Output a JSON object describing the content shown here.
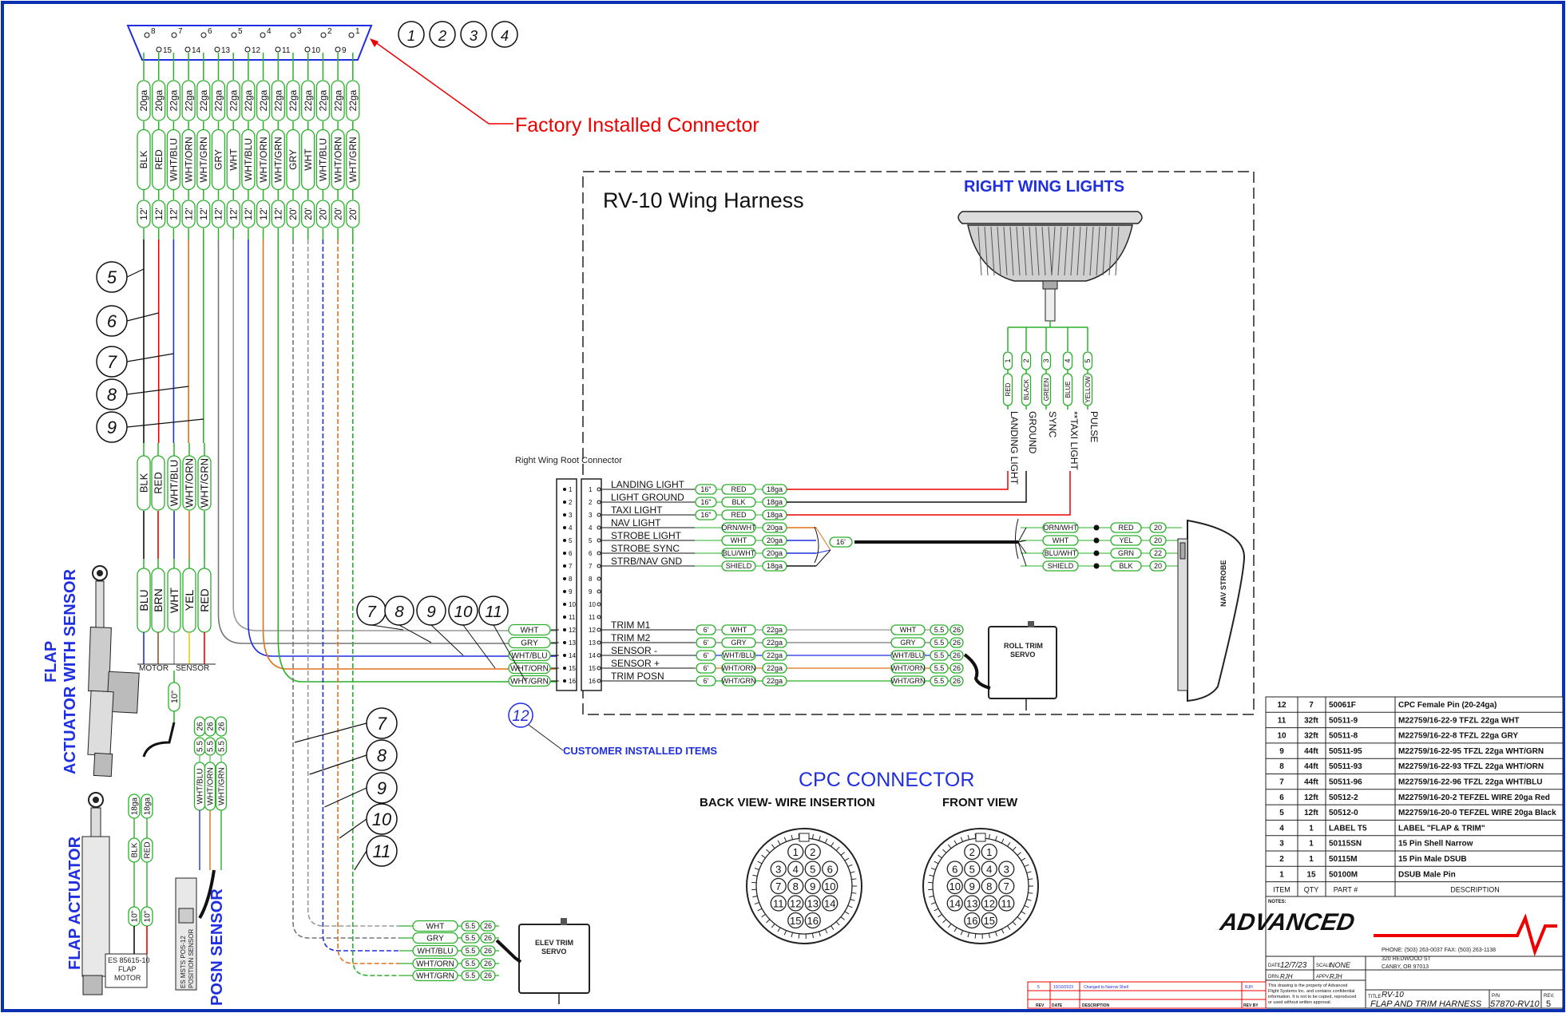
{
  "title": "RV-10 Wing Harness",
  "factory_label": "Factory Installed Connector",
  "right_wing_lights": "RIGHT WING LIGHTS",
  "root_connector_label": "Right Wing Root Connector",
  "customer_items": "CUSTOMER INSTALLED ITEMS",
  "cpc_title": "CPC CONNECTOR",
  "back_view": "BACK VIEW- WIRE INSERTION",
  "front_view": "FRONT VIEW",
  "flap_sensor_title": [
    "FLAP",
    "ACTUATOR WITH SENSOR"
  ],
  "flap_actuator_title": "FLAP ACTUATOR",
  "posn_sensor_title": "POSN SENSOR",
  "motor_label": "MOTOR",
  "sensor_label": "SENSOR",
  "actuator_length": "10\"",
  "es_motor": [
    "ES 85615-10",
    "FLAP",
    "MOTOR"
  ],
  "es_sensor": [
    "ES MSTS POS-12",
    "POSITION SENSOR"
  ],
  "roll_trim": [
    "ROLL TRIM",
    "SERVO"
  ],
  "elev_trim": [
    "ELEV TRIM",
    "SERVO"
  ],
  "nav_strobe": "NAV STROBE",
  "callouts_top": [
    "1",
    "2",
    "3",
    "4"
  ],
  "dsub_pins_top": [
    "8",
    "7",
    "6",
    "5",
    "4",
    "3",
    "2",
    "1"
  ],
  "dsub_pins_bottom": [
    "15",
    "14",
    "13",
    "12",
    "11",
    "10",
    "9"
  ],
  "dsub_wires": [
    {
      "ga": "20ga",
      "color": "BLK",
      "len": "12'"
    },
    {
      "ga": "20ga",
      "color": "RED",
      "len": "12'"
    },
    {
      "ga": "22ga",
      "color": "WHT/BLU",
      "len": "12'"
    },
    {
      "ga": "22ga",
      "color": "WHT/ORN",
      "len": "12'"
    },
    {
      "ga": "22ga",
      "color": "WHT/GRN",
      "len": "12'"
    },
    {
      "ga": "22ga",
      "color": "GRY",
      "len": "12'"
    },
    {
      "ga": "22ga",
      "color": "WHT",
      "len": "12'"
    },
    {
      "ga": "22ga",
      "color": "WHT/BLU",
      "len": "12'"
    },
    {
      "ga": "22ga",
      "color": "WHT/ORN",
      "len": "12'"
    },
    {
      "ga": "22ga",
      "color": "WHT/GRN",
      "len": "12'"
    },
    {
      "ga": "22ga",
      "color": "GRY",
      "len": "20'"
    },
    {
      "ga": "22ga",
      "color": "WHT",
      "len": "20'"
    },
    {
      "ga": "22ga",
      "color": "WHT/BLU",
      "len": "20'"
    },
    {
      "ga": "22ga",
      "color": "WHT/ORN",
      "len": "20'"
    },
    {
      "ga": "22ga",
      "color": "WHT/GRN",
      "len": "20'"
    }
  ],
  "left_callouts": [
    "5",
    "6",
    "7",
    "8",
    "9"
  ],
  "flap_upper_labels": [
    "BLK",
    "RED",
    "WHT/BLU",
    "WHT/ORN",
    "WHT/GRN"
  ],
  "flap_lower_labels": [
    "BLU",
    "BRN",
    "WHT",
    "YEL",
    "RED"
  ],
  "posn_wire_labels": [
    "WHT/BLU",
    "WHT/ORN",
    "WHT/GRN"
  ],
  "posn_wire_len": "5.5",
  "posn_wire_ga": "26",
  "motor_wire_labels": [
    "BLK",
    "RED"
  ],
  "motor_wire_ga": "18ga",
  "motor_wire_len": "10\"",
  "light_pins": [
    "1",
    "2",
    "3",
    "4",
    "5"
  ],
  "light_colors": [
    "RED",
    "BLACK",
    "GREEN",
    "BLUE",
    "YELLOW"
  ],
  "light_functions": [
    "LANDING LIGHT",
    "GROUND",
    "SYNC",
    "**TAXI LIGHT",
    "PULSE"
  ],
  "root_pins": [
    "1",
    "2",
    "3",
    "4",
    "5",
    "6",
    "7",
    "8",
    "9",
    "10",
    "11",
    "12",
    "13",
    "14",
    "15",
    "16"
  ],
  "root_functions": [
    "LANDING LIGHT",
    "LIGHT GROUND",
    "TAXI LIGHT",
    "NAV LIGHT",
    "STROBE LIGHT",
    "STROBE SYNC",
    "STRB/NAV GND",
    "",
    "",
    "",
    "",
    "TRIM M1",
    "TRIM M2",
    "SENSOR -",
    "SENSOR +",
    "TRIM POSN"
  ],
  "light_wires": [
    {
      "len": "16\"",
      "color": "RED",
      "ga": "18ga"
    },
    {
      "len": "16\"",
      "color": "BLK",
      "ga": "18ga"
    },
    {
      "len": "16\"",
      "color": "RED",
      "ga": "18ga"
    },
    {
      "len": "",
      "color": "ORN/WHT",
      "ga": "20ga"
    },
    {
      "len": "",
      "color": "WHT",
      "ga": "20ga"
    },
    {
      "len": "",
      "color": "BLU/WHT",
      "ga": "20ga"
    },
    {
      "len": "",
      "color": "SHIELD",
      "ga": "18ga"
    }
  ],
  "strobe_cable_len": "16'",
  "strobe_pairs": [
    {
      "a": "ORN/WHT",
      "b": "RED",
      "ga": "20"
    },
    {
      "a": "WHT",
      "b": "YEL",
      "ga": "20"
    },
    {
      "a": "BLU/WHT",
      "b": "GRN",
      "ga": "22"
    },
    {
      "a": "SHIELD",
      "b": "BLK",
      "ga": "20"
    }
  ],
  "trim_wires": [
    {
      "len": "6'",
      "color": "WHT",
      "ga": "22ga"
    },
    {
      "len": "6'",
      "color": "GRY",
      "ga": "22ga"
    },
    {
      "len": "6'",
      "color": "WHT/BLU",
      "ga": "22ga"
    },
    {
      "len": "6'",
      "color": "WHT/ORN",
      "ga": "22ga"
    },
    {
      "len": "6'",
      "color": "WHT/GRN",
      "ga": "22ga"
    }
  ],
  "servo_wire_len": "5.5",
  "servo_wire_ga": "26",
  "root_left_labels": [
    "WHT",
    "GRY",
    "WHT/BLU",
    "WHT/ORN",
    "WHT/GRN"
  ],
  "mid_callouts": [
    "7",
    "8",
    "9",
    "10",
    "11"
  ],
  "callout_12": "12",
  "lower_callouts": [
    "7",
    "8",
    "9",
    "10",
    "11"
  ],
  "elev_wires": [
    "WHT",
    "GRY",
    "WHT/BLU",
    "WHT/ORN",
    "WHT/GRN"
  ],
  "cpc_back_rows": [
    [
      "1",
      "2"
    ],
    [
      "3",
      "4",
      "5",
      "6"
    ],
    [
      "7",
      "8",
      "9",
      "10"
    ],
    [
      "11",
      "12",
      "13",
      "14"
    ],
    [
      "15",
      "16"
    ]
  ],
  "cpc_front_rows": [
    [
      "2",
      "1"
    ],
    [
      "6",
      "5",
      "4",
      "3"
    ],
    [
      "10",
      "9",
      "8",
      "7"
    ],
    [
      "14",
      "13",
      "12",
      "11"
    ],
    [
      "16",
      "15"
    ]
  ],
  "bom_rows": [
    [
      "12",
      "7",
      "50061F",
      "CPC Female Pin (20-24ga)"
    ],
    [
      "11",
      "32ft",
      "50511-9",
      "M22759/16-22-9 TFZL  22ga WHT"
    ],
    [
      "10",
      "32ft",
      "50511-8",
      "M22759/16-22-8 TFZL  22ga GRY"
    ],
    [
      "9",
      "44ft",
      "50511-95",
      "M22759/16-22-95 TFZL  22ga WHT/GRN"
    ],
    [
      "8",
      "44ft",
      "50511-93",
      "M22759/16-22-93 TFZL  22ga WHT/ORN"
    ],
    [
      "7",
      "44ft",
      "50511-96",
      "M22759/16-22-96 TFZL  22ga WHT/BLU"
    ],
    [
      "6",
      "12ft",
      "50512-2",
      "M22759/16-20-2 TEFZEL WIRE 20ga Red"
    ],
    [
      "5",
      "12ft",
      "50512-0",
      "M22759/16-20-0 TEFZEL WIRE 20ga Black"
    ],
    [
      "4",
      "1",
      "LABEL T5",
      "LABEL \"FLAP & TRIM\""
    ],
    [
      "3",
      "1",
      "50115SN",
      "15 Pin Shell Narrow"
    ],
    [
      "2",
      "1",
      "50115M",
      "15 Pin Male DSUB"
    ],
    [
      "1",
      "15",
      "50100M",
      "DSUB Male Pin"
    ]
  ],
  "bom_header": [
    "ITEM",
    "QTY",
    "PART #",
    "DESCRIPTION"
  ],
  "notes_label": "NOTES:",
  "company": "ADVANCED",
  "phone": "PHONE: (503) 263-0037  FAX: (503) 263-1138",
  "address": [
    "320 REDWOOD ST",
    "CANBY, OR 97013"
  ],
  "date_label": "DATE",
  "date_value": "12/7/23",
  "scale_label": "SCALE",
  "scale_value": "NONE",
  "drn_label": "DRN.",
  "drn_value": "RJH",
  "appv_label": "APPV.",
  "appv_value": "RJH",
  "prop_text": [
    "This drawing is the property of Advanced",
    "Flight Systems Inc. and contains confidential",
    "information. It is not to be copied, reproduced",
    "or used without written approval."
  ],
  "title_label": "TITLE",
  "title_block": [
    "RV-10",
    "FLAP AND TRIM HARNESS"
  ],
  "pn_label": "P/N",
  "pn_value": "57870-RV10",
  "rev_label": "REV.",
  "rev_value": "5",
  "rev_entry": [
    "5",
    "10/10/2023",
    "Changed to Narrow Shell",
    "RJH"
  ],
  "rev_header": [
    "REV",
    "DATE",
    "DESCRIPTION",
    "REV BY"
  ]
}
